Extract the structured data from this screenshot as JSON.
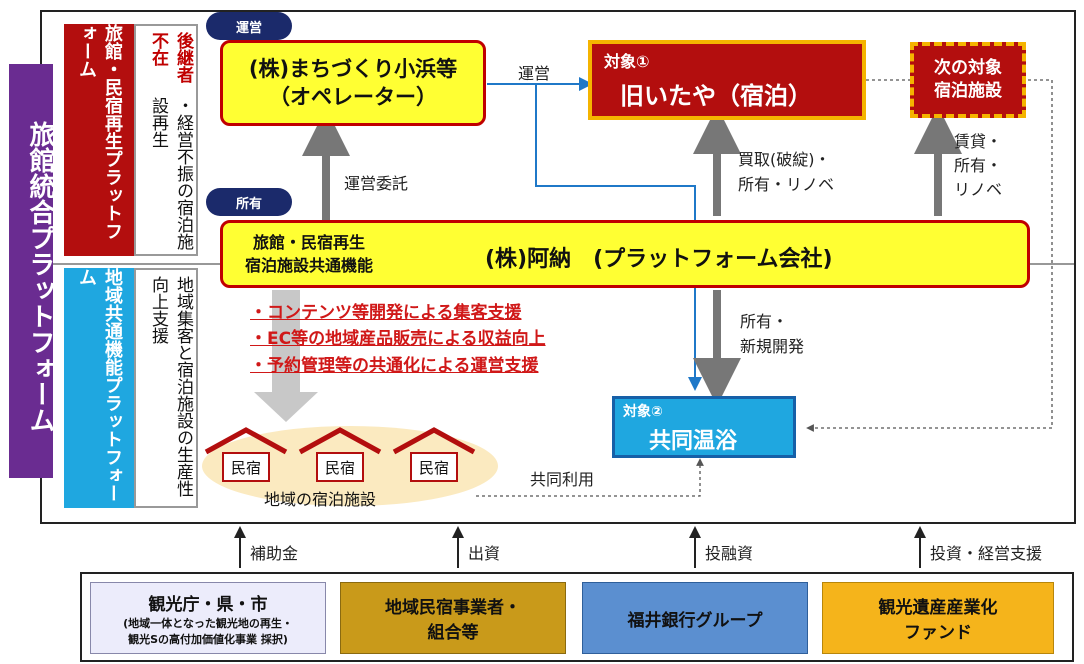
{
  "title": "旅館統合プラットフォーム",
  "platform_top": {
    "label": "旅館・民宿再生プラットフォーム",
    "desc_red": "後継者不在",
    "desc_rest": "・経営不振の宿泊施設再生"
  },
  "platform_bottom": {
    "label": "地域共通機能プラットフォーム",
    "desc": "地域集客と宿泊施設の生産性向上支援"
  },
  "operator": {
    "tag": "運営",
    "line1": "(株)まちづくり小浜等",
    "line2": "（オペレーター）"
  },
  "owner": {
    "tag": "所有",
    "left1": "旅館・民宿再生",
    "left2": "宿泊施設共通機能",
    "main": "(株)阿納　(プラットフォーム会社)"
  },
  "target1": {
    "caption": "対象①",
    "name": "旧いたや（宿泊）"
  },
  "next_target": {
    "line1": "次の対象",
    "line2": "宿泊施設"
  },
  "target2": {
    "caption": "対象②",
    "name": "共同温浴"
  },
  "labels": {
    "unei": "運営",
    "unei_itaku": "運営委託",
    "kaitori1": "買取(破綻)・",
    "kaitori2": "所有・リノベ",
    "chintai1": "賃貸・",
    "chintai2": "所有・",
    "chintai3": "リノベ",
    "shoyu1": "所有・",
    "shoyu2": "新規開発",
    "kyodo_riyo": "共同利用"
  },
  "support_items": [
    "・コンテンツ等開発による集客支援",
    "・EC等の地域産品販売による収益向上",
    "・予約管理等の共通化による運営支援"
  ],
  "houses": [
    "民宿",
    "民宿",
    "民宿"
  ],
  "houses_caption": "地域の宿泊施設",
  "funding": [
    "補助金",
    "出資",
    "投融資",
    "投資・経営支援"
  ],
  "funders": [
    {
      "name": "観光庁・県・市",
      "sub1": "(地域一体となった観光地の再生・",
      "sub2": "観光Sの高付加価値化事業 採択)"
    },
    {
      "name1": "地域民宿事業者・",
      "name2": "組合等"
    },
    {
      "name": "福井銀行グループ"
    },
    {
      "name1": "観光遺産産業化",
      "name2": "ファンド"
    }
  ],
  "colors": {
    "purple": "#6a2c91",
    "red": "#b30e0e",
    "blue": "#1fa7e0",
    "yellow": "#ffff33",
    "navy": "#1b2a6b"
  }
}
